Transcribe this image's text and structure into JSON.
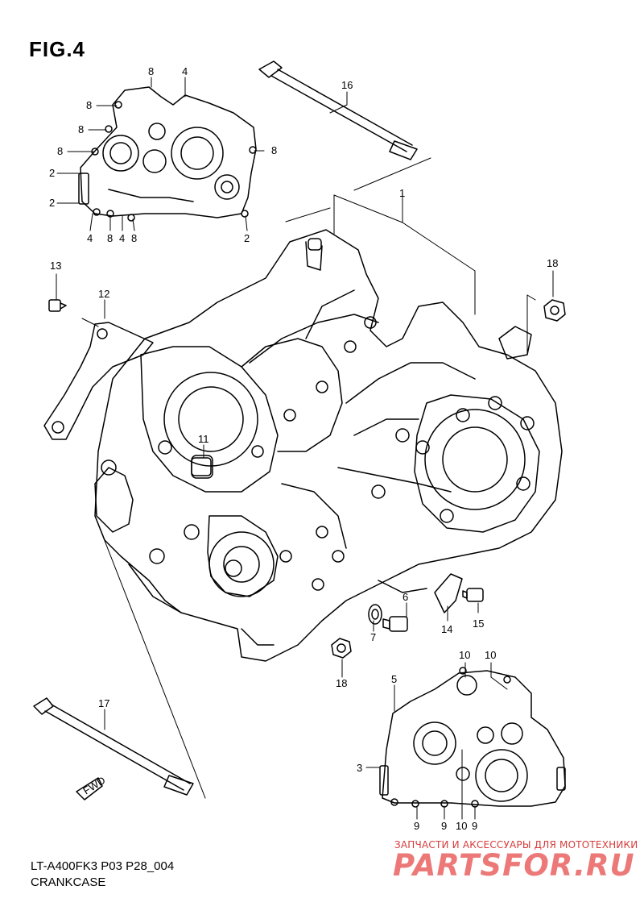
{
  "figure": {
    "title": "FIG.4",
    "code": "LT-A400FK3 P03 P28_004",
    "caption": "CRANKCASE",
    "fwd_label": "FWD"
  },
  "callouts": [
    "16",
    "1",
    "18",
    "13",
    "12",
    "11",
    "6",
    "7",
    "14",
    "15",
    "18",
    "17",
    "5",
    "3",
    "9",
    "9",
    "10",
    "9",
    "10",
    "10",
    "4",
    "8",
    "8",
    "8",
    "8",
    "8",
    "2",
    "2",
    "4",
    "8",
    "4",
    "8",
    "2"
  ],
  "watermark": {
    "tagline": "ЗАПЧАСТИ И АКСЕССУАРЫ ДЛЯ МОТОТЕХНИКИ",
    "logo": "PARTSFOR.RU",
    "color": "#e05555"
  }
}
